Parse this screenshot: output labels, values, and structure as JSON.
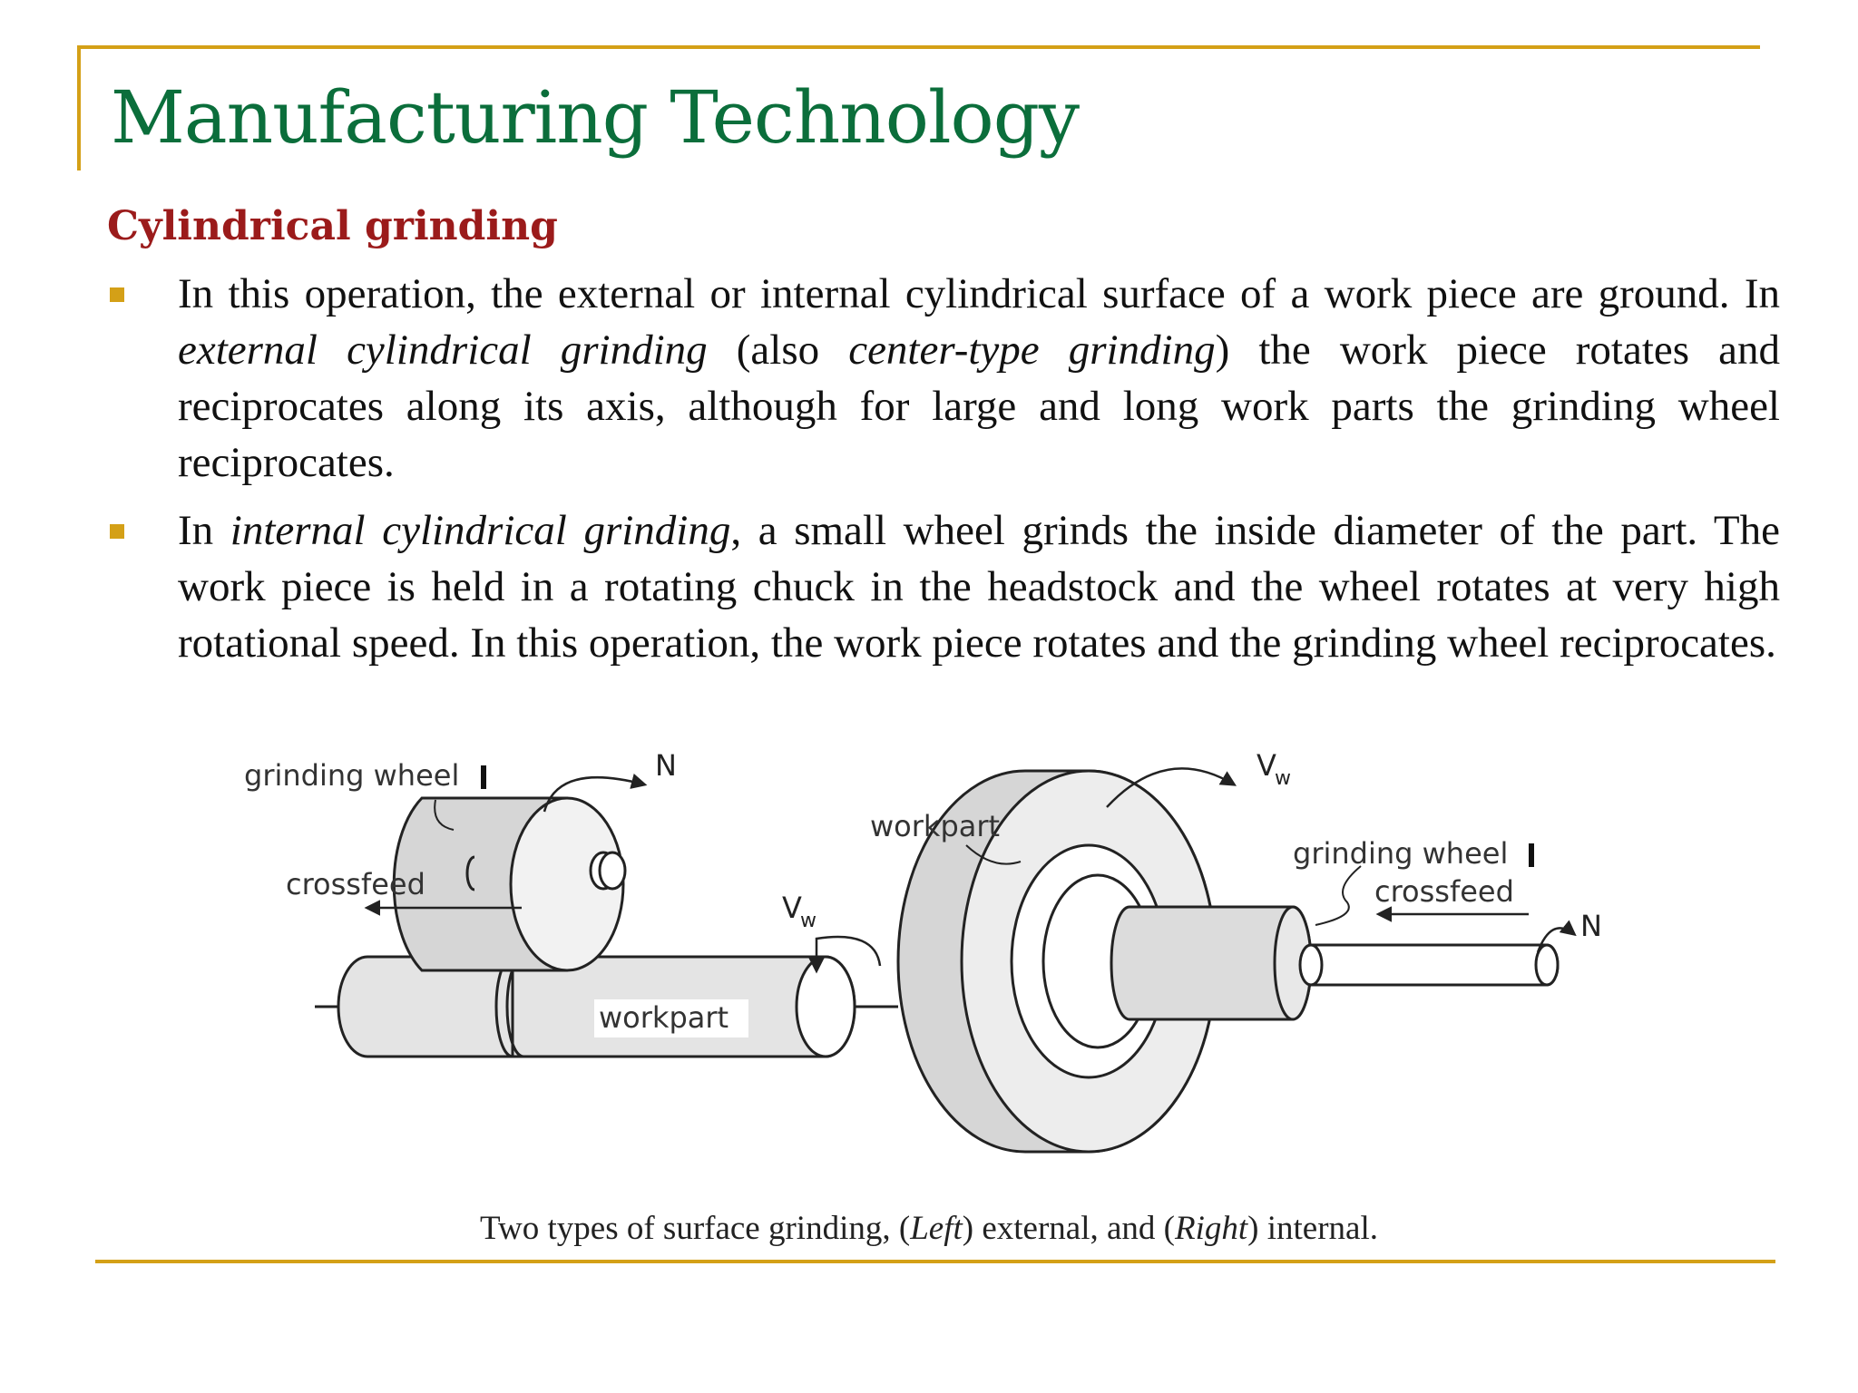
{
  "slide": {
    "title": "Manufacturing Technology",
    "subtitle": "Cylindrical grinding"
  },
  "bullets": [
    {
      "parts": [
        {
          "t": "In this operation, the external or internal cylindrical surface of a work piece are ground. In "
        },
        {
          "t": "external cylindrical grinding",
          "i": true
        },
        {
          "t": " (also "
        },
        {
          "t": "center-type grinding",
          "i": true
        },
        {
          "t": ") the work piece rotates and reciprocates along its axis, although for large and long work parts the grinding wheel reciprocates."
        }
      ]
    },
    {
      "parts": [
        {
          "t": "In "
        },
        {
          "t": "internal cylindrical grinding",
          "i": true
        },
        {
          "t": ", a small wheel grinds the inside diameter of the part. The work piece is held in a rotating chuck in the headstock and the wheel rotates at very high rotational speed. In this operation, the work piece rotates and the grinding wheel reciprocates."
        }
      ]
    }
  ],
  "figure": {
    "left": {
      "grinding_wheel": "grinding wheel",
      "crossfeed": "crossfeed",
      "workpart": "workpart",
      "n": "N",
      "v": "V",
      "v_sub": "w"
    },
    "right": {
      "workpart": "workpart",
      "grinding_wheel": "grinding wheel",
      "crossfeed": "crossfeed",
      "n": "N",
      "v": "V",
      "v_sub": "w"
    },
    "caption": {
      "p1": "Two types of surface grinding, (",
      "left": "Left",
      "p2": ") external, and (",
      "right": "Right",
      "p3": ") internal."
    }
  },
  "colors": {
    "title": "#0b6e3b",
    "subtitle": "#9b1b1b",
    "accent": "#d4a017"
  }
}
